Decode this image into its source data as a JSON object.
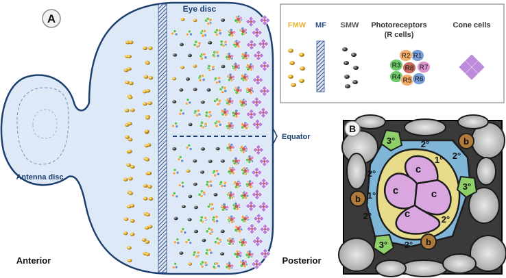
{
  "panel_a": {
    "badge": "A",
    "eye_disc_label": "Eye disc",
    "antenna_disc_label": "Antenna disc",
    "equator_label": "Equator",
    "anterior_label": "Anterior",
    "posterior_label": "Posterior"
  },
  "legend": {
    "fmw": {
      "label": "FMW",
      "color": "#e8b33a"
    },
    "mf": {
      "label": "MF",
      "color": "#2c4e8a"
    },
    "smw": {
      "label": "SMW",
      "color": "#555555"
    },
    "photoreceptors": {
      "label_line1": "Photoreceptors",
      "label_line2": "(R cells)",
      "cells": [
        {
          "name": "R1",
          "color": "#6b95d8"
        },
        {
          "name": "R2",
          "color": "#f3a55a"
        },
        {
          "name": "R3",
          "color": "#5fc45a"
        },
        {
          "name": "R4",
          "color": "#5fc45a"
        },
        {
          "name": "R5",
          "color": "#f3a55a"
        },
        {
          "name": "R6",
          "color": "#6b95d8"
        },
        {
          "name": "R7",
          "color": "#d98acb"
        },
        {
          "name": "R8",
          "color": "#c55b4f"
        }
      ]
    },
    "cone": {
      "label": "Cone cells",
      "color": "#b77fd8"
    }
  },
  "panel_b": {
    "badge": "B",
    "labels": {
      "c": "c",
      "primary": "1°",
      "secondary": "2°",
      "tertiary": "3°",
      "bristle": "b"
    },
    "colors": {
      "cone": "#d9a6df",
      "primary": "#e8dc8a",
      "secondary": "#7fb6d8",
      "tertiary": "#8fcf6a",
      "bristle": "#b07a3a"
    }
  }
}
